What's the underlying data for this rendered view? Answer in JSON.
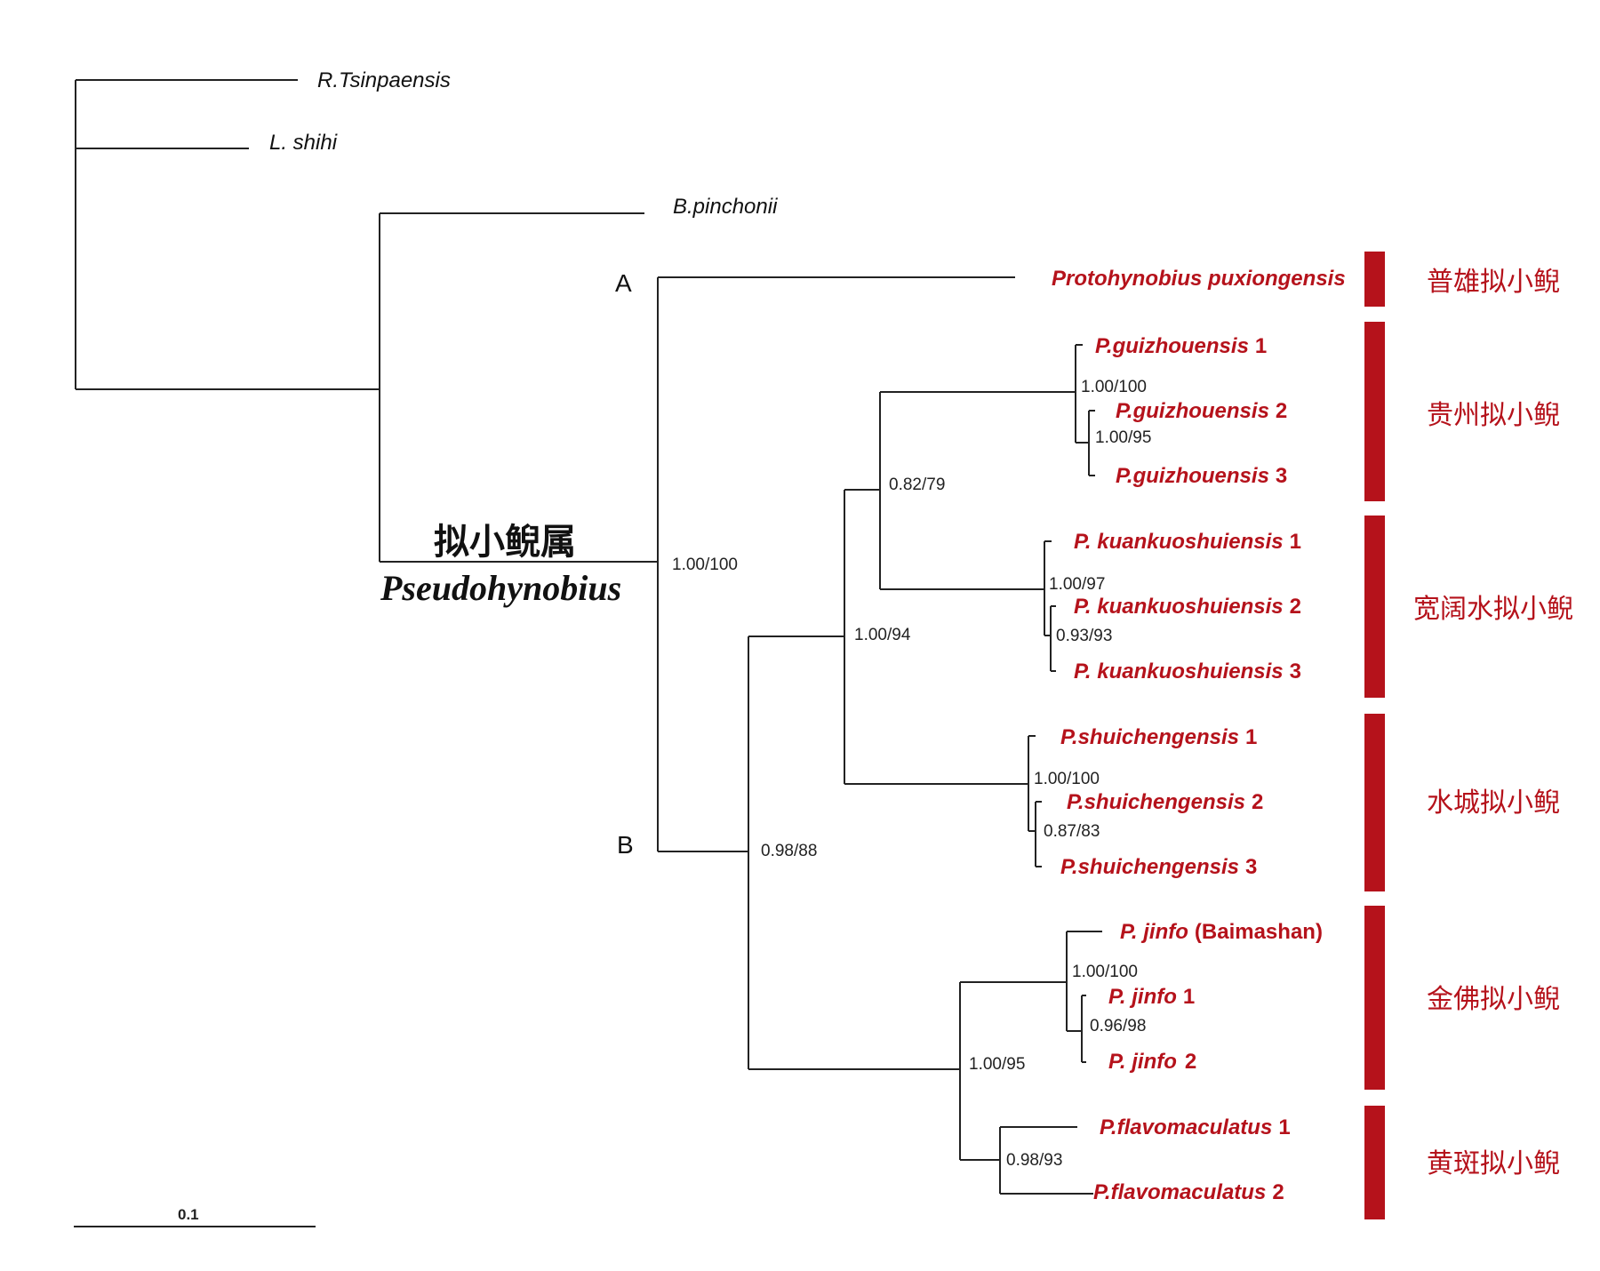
{
  "outgroups": [
    "R.Tsinpaensis",
    "L. shihi",
    "B.pinchonii"
  ],
  "clade_labels": {
    "a": "A",
    "b": "B"
  },
  "genus": {
    "chinese": "拟小鲵属",
    "latin": "Pseudohynobius"
  },
  "species": {
    "protohynobius": {
      "name": "Protohynobius puxiongensis",
      "num": ""
    },
    "guizhou1": {
      "name": "P.guizhouensis",
      "num": "1"
    },
    "guizhou2": {
      "name": "P.guizhouensis",
      "num": "2"
    },
    "guizhou3": {
      "name": "P.guizhouensis",
      "num": "3"
    },
    "kuankuo1": {
      "name": "P. kuankuoshuiensis",
      "num": "1"
    },
    "kuankuo2": {
      "name": "P. kuankuoshuiensis",
      "num": "2"
    },
    "kuankuo3": {
      "name": "P. kuankuoshuiensis",
      "num": "3"
    },
    "shuicheng1": {
      "name": "P.shuichengensis",
      "num": "1"
    },
    "shuicheng2": {
      "name": "P.shuichengensis",
      "num": "2"
    },
    "shuicheng3": {
      "name": "P.shuichengensis",
      "num": "3"
    },
    "jinfo_bm": {
      "name": "P. jinfo",
      "num": "(Baimashan)"
    },
    "jinfo1": {
      "name": "P. jinfo",
      "num": "1"
    },
    "jinfo2": {
      "name": "P. jinfo",
      "num": "2"
    },
    "flavo1": {
      "name": "P.flavomaculatus",
      "num": "1"
    },
    "flavo2": {
      "name": "P.flavomaculatus",
      "num": "2"
    }
  },
  "support": {
    "pseudohynobius": "1.00/100",
    "clade_b": "0.98/88",
    "node_94": "1.00/94",
    "node_79": "0.82/79",
    "guizhou_clade": "1.00/100",
    "guizhou_inner": "1.00/95",
    "kuankuo_clade": "1.00/97",
    "kuankuo_inner": "0.93/93",
    "shuicheng_clade": "1.00/100",
    "shuicheng_inner": "0.87/83",
    "jinfo_flavo": "1.00/95",
    "jinfo_clade": "1.00/100",
    "jinfo_inner": "0.96/98",
    "flavo_clade": "0.98/93"
  },
  "groups": {
    "puxiong": "普雄拟小鲵",
    "guizhou": "贵州拟小鲵",
    "kuankuo": "宽阔水拟小鲵",
    "shuicheng": "水城拟小鲵",
    "jinfo": "金佛拟小鲵",
    "flavo": "黄斑拟小鲵"
  },
  "scale_bar": {
    "label": "0.1"
  },
  "colors": {
    "accent": "#b5121b",
    "line": "#222222"
  }
}
